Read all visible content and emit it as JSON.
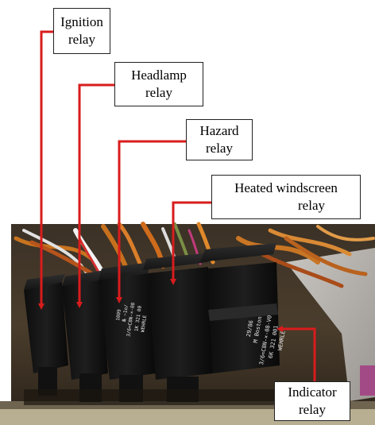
{
  "labels": {
    "ignition": [
      "Ignition",
      "relay"
    ],
    "headlamp": [
      "Headlamp",
      "relay"
    ],
    "hazard": [
      "Hazard",
      "relay"
    ],
    "heated": [
      "Heated windscreen",
      "relay"
    ],
    "indicator": [
      "Indicator",
      "relay"
    ]
  },
  "relay_markings": {
    "r3": [
      "1009",
      "№ ~1o/",
      "3/6=C8N-×-08",
      "1K 321 00",
      "WEHRLE"
    ],
    "r5": [
      "29/86",
      "M Boston",
      "3/6=C8N-×-08-V0",
      "6K 321 001",
      "WEHRLE"
    ]
  },
  "colors": {
    "arrow": "#d81c1c",
    "side_tab": "#a24a86"
  }
}
